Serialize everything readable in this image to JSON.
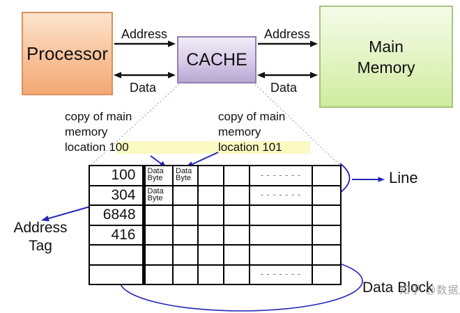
{
  "blocks": {
    "processor": "Processor",
    "cache": "CACHE",
    "main_memory_line1": "Main",
    "main_memory_line2": "Memory"
  },
  "bus": {
    "left_address": "Address",
    "left_data": "Data",
    "right_address": "Address",
    "right_data": "Data"
  },
  "annotations": {
    "copy_note_1": {
      "line1": "copy of main",
      "line2": "memory",
      "line3": "location 100"
    },
    "copy_note_2": {
      "line1": "copy of main",
      "line2": "memory",
      "line3": "location 101"
    },
    "address_tag": {
      "line1": "Address",
      "line2": "Tag"
    },
    "line_label": "Line",
    "data_block_label": "Data Block",
    "watermark": "知乎 @数据库"
  },
  "colors": {
    "annotation_blue": "#2323b8",
    "highlight_yellow": "#fafac2",
    "processor_fill": "#f4a874",
    "cache_fill": "#b7a6d2",
    "memory_fill": "#cfeb9f",
    "dash_gray": "#7d7d7d"
  },
  "cache_table": {
    "rows": [
      {
        "tag": "100",
        "c1": "Data Byte",
        "c2": "Data Byte",
        "c3": "",
        "c4": "",
        "wide": "-------",
        "last": ""
      },
      {
        "tag": "304",
        "c1": "Data Byte",
        "c2": "",
        "c3": "",
        "c4": "",
        "wide": "-------",
        "last": ""
      },
      {
        "tag": "6848",
        "c1": "",
        "c2": "",
        "c3": "",
        "c4": "",
        "wide": "",
        "last": ""
      },
      {
        "tag": "416",
        "c1": "",
        "c2": "",
        "c3": "",
        "c4": "",
        "wide": "",
        "last": ""
      },
      {
        "tag": "",
        "c1": "",
        "c2": "",
        "c3": "",
        "c4": "",
        "wide": "",
        "last": ""
      },
      {
        "tag": "",
        "c1": "",
        "c2": "",
        "c3": "",
        "c4": "",
        "wide": "-------",
        "last": ""
      }
    ]
  }
}
